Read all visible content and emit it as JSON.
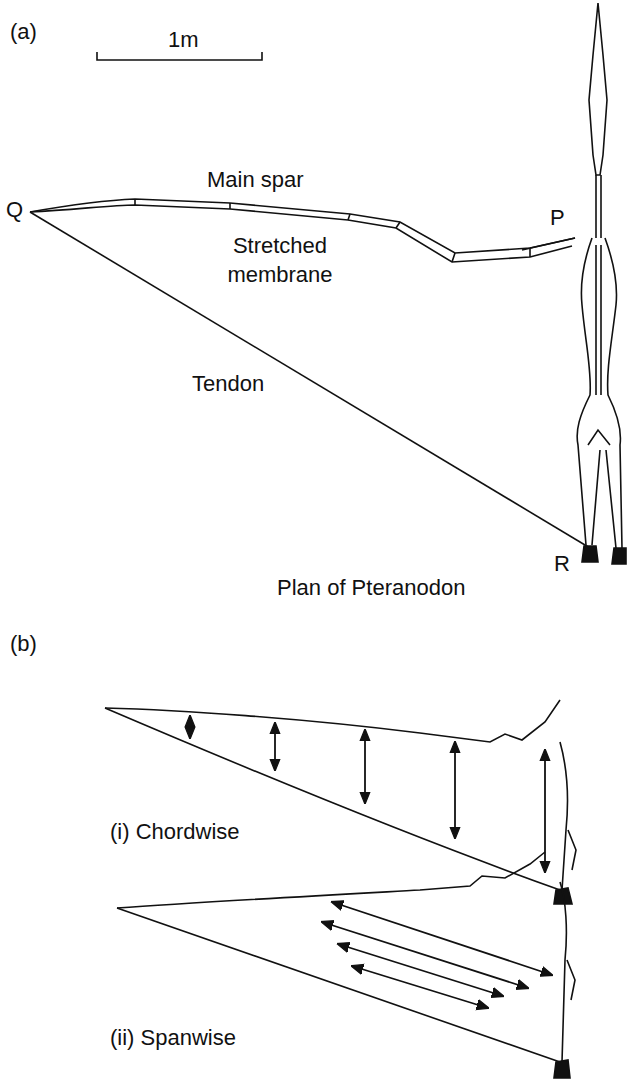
{
  "diagram": {
    "labels": [
      "(a)",
      "1m",
      "Q",
      "Main spar",
      "P",
      "Stretched membrane",
      "Tendon",
      "R",
      "Plan of Pteranodon",
      "(b)",
      "(i) Chordwise",
      "(ii) Spanwise"
    ]
  }
}
